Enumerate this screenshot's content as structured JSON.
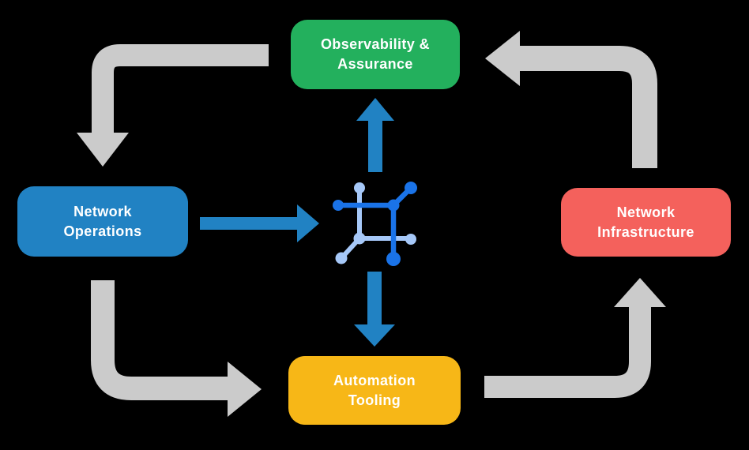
{
  "colors": {
    "background": "#000000",
    "arrow_gray": "#CBCBCB",
    "arrow_blue": "#2182C3",
    "icon_dark": "#1A73E8",
    "icon_light": "#A6C8F8",
    "text": "#FFFFFF",
    "node_green": "#23B05D",
    "node_blue": "#2182C3",
    "node_red": "#F4615C",
    "node_yellow": "#F7B717"
  },
  "nodes": {
    "observability": {
      "line1": "Observability &",
      "line2": "Assurance",
      "color": "#23B05D"
    },
    "operations": {
      "line1": "Network",
      "line2": "Operations",
      "color": "#2182C3"
    },
    "infrastructure": {
      "line1": "Network",
      "line2": "Infrastructure",
      "color": "#F4615C"
    },
    "automation": {
      "line1": "Automation",
      "line2": "Tooling",
      "color": "#F7B717"
    }
  },
  "center_icon": {
    "name": "network-mesh-icon"
  },
  "edges": [
    {
      "from": "observability-assurance",
      "to": "network-operations",
      "style": "gray-elbow"
    },
    {
      "from": "network-operations",
      "to": "automation-tooling",
      "style": "gray-elbow"
    },
    {
      "from": "automation-tooling",
      "to": "network-infrastructure",
      "style": "gray-elbow"
    },
    {
      "from": "network-infrastructure",
      "to": "observability-assurance",
      "style": "gray-elbow"
    },
    {
      "from": "network-operations",
      "to": "center-icon",
      "style": "blue-straight"
    },
    {
      "from": "center-icon",
      "to": "observability-assurance",
      "style": "blue-straight"
    },
    {
      "from": "center-icon",
      "to": "automation-tooling",
      "style": "blue-straight"
    }
  ]
}
